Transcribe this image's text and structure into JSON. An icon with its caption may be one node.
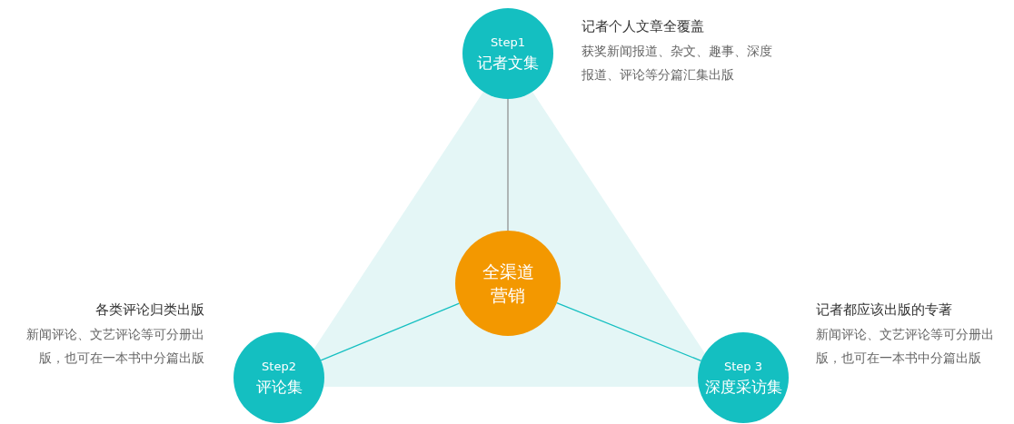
{
  "diagram": {
    "nodes": [
      {
        "text": [
          "Step1",
          "记者文集"
        ],
        "beside": [
          "记者个人文章全覆盖",
          "获奖新闻报道、杂文、趣事、深度报道、评论等分篇汇集出版"
        ]
      },
      {
        "text": [
          "全渠道营销"
        ]
      },
      {
        "text": [
          "Step2",
          "评论集"
        ],
        "beside": [
          "各类评论归类出版",
          "新闻评论、文艺评论等可分册出版，也可在一本书中分篇出版"
        ]
      },
      {
        "text": [
          "Step 3",
          "深度采访集"
        ],
        "beside": [
          "记者都应该出版的专著",
          "新闻评论、文艺评论等可分册出版，也可在一本书中分篇出版"
        ]
      }
    ],
    "edges": [
      {
        "from": 0,
        "to": 1,
        "arrow": "none",
        "color": "#8a8a8a"
      },
      {
        "from": 1,
        "to": 2,
        "arrow": "none"
      },
      {
        "from": 1,
        "to": 3,
        "arrow": "none"
      }
    ]
  }
}
